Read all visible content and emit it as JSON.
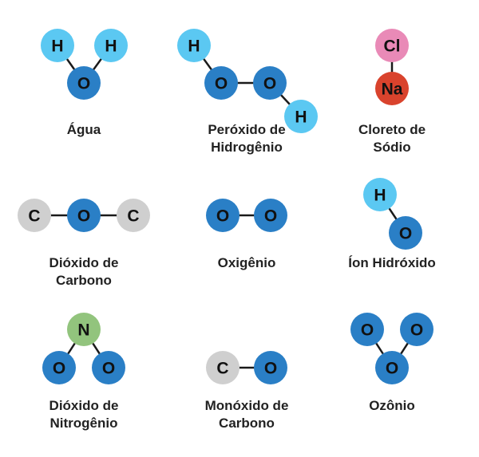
{
  "colors": {
    "H": "#5bc8f2",
    "O": "#2a7fc6",
    "C": "#cfcfcf",
    "N": "#92c47d",
    "Na": "#d9432d",
    "Cl": "#e98ab7"
  },
  "molecules": [
    {
      "id": "agua",
      "name": [
        "Água"
      ],
      "atoms": [
        {
          "el": "H",
          "label": "H"
        },
        {
          "el": "H",
          "label": "H"
        },
        {
          "el": "O",
          "label": "O"
        }
      ],
      "bonds": [
        [
          0,
          2
        ],
        [
          1,
          2
        ]
      ]
    },
    {
      "id": "peroxido-de-hidrogenio",
      "name": [
        "Peróxido de",
        "Hidrogênio"
      ],
      "atoms": [
        {
          "el": "H",
          "label": "H"
        },
        {
          "el": "O",
          "label": "O"
        },
        {
          "el": "O",
          "label": "O"
        },
        {
          "el": "H",
          "label": "H"
        }
      ],
      "bonds": [
        [
          0,
          1
        ],
        [
          1,
          2
        ],
        [
          2,
          3
        ]
      ]
    },
    {
      "id": "cloreto-de-sodio",
      "name": [
        "Cloreto de",
        "Sódio"
      ],
      "atoms": [
        {
          "el": "Cl",
          "label": "Cl"
        },
        {
          "el": "Na",
          "label": "Na"
        }
      ],
      "bonds": [
        [
          0,
          1
        ]
      ]
    },
    {
      "id": "dioxido-de-carbono",
      "name": [
        "Dióxido de",
        "Carbono"
      ],
      "atoms": [
        {
          "el": "C",
          "label": "C"
        },
        {
          "el": "O",
          "label": "O"
        },
        {
          "el": "C",
          "label": "C"
        }
      ],
      "bonds": [
        [
          0,
          1
        ],
        [
          1,
          2
        ]
      ]
    },
    {
      "id": "oxigenio",
      "name": [
        "Oxigênio"
      ],
      "atoms": [
        {
          "el": "O",
          "label": "O"
        },
        {
          "el": "O",
          "label": "O"
        }
      ],
      "bonds": [
        [
          0,
          1
        ]
      ]
    },
    {
      "id": "ion-hidroxido",
      "name": [
        "Íon Hidróxido"
      ],
      "atoms": [
        {
          "el": "H",
          "label": "H"
        },
        {
          "el": "O",
          "label": "O"
        }
      ],
      "bonds": [
        [
          0,
          1
        ]
      ]
    },
    {
      "id": "dioxido-de-nitrogenio",
      "name": [
        "Dióxido de",
        "Nitrogênio"
      ],
      "atoms": [
        {
          "el": "N",
          "label": "N"
        },
        {
          "el": "O",
          "label": "O"
        },
        {
          "el": "O",
          "label": "O"
        }
      ],
      "bonds": [
        [
          0,
          1
        ],
        [
          0,
          2
        ]
      ]
    },
    {
      "id": "monoxido-de-carbono",
      "name": [
        "Monóxido de",
        "Carbono"
      ],
      "atoms": [
        {
          "el": "C",
          "label": "C"
        },
        {
          "el": "O",
          "label": "O"
        }
      ],
      "bonds": [
        [
          0,
          1
        ]
      ]
    },
    {
      "id": "ozonio",
      "name": [
        "Ozônio"
      ],
      "atoms": [
        {
          "el": "O",
          "label": "O"
        },
        {
          "el": "O",
          "label": "O"
        },
        {
          "el": "O",
          "label": "O"
        }
      ],
      "bonds": [
        [
          0,
          2
        ],
        [
          1,
          2
        ]
      ]
    }
  ]
}
